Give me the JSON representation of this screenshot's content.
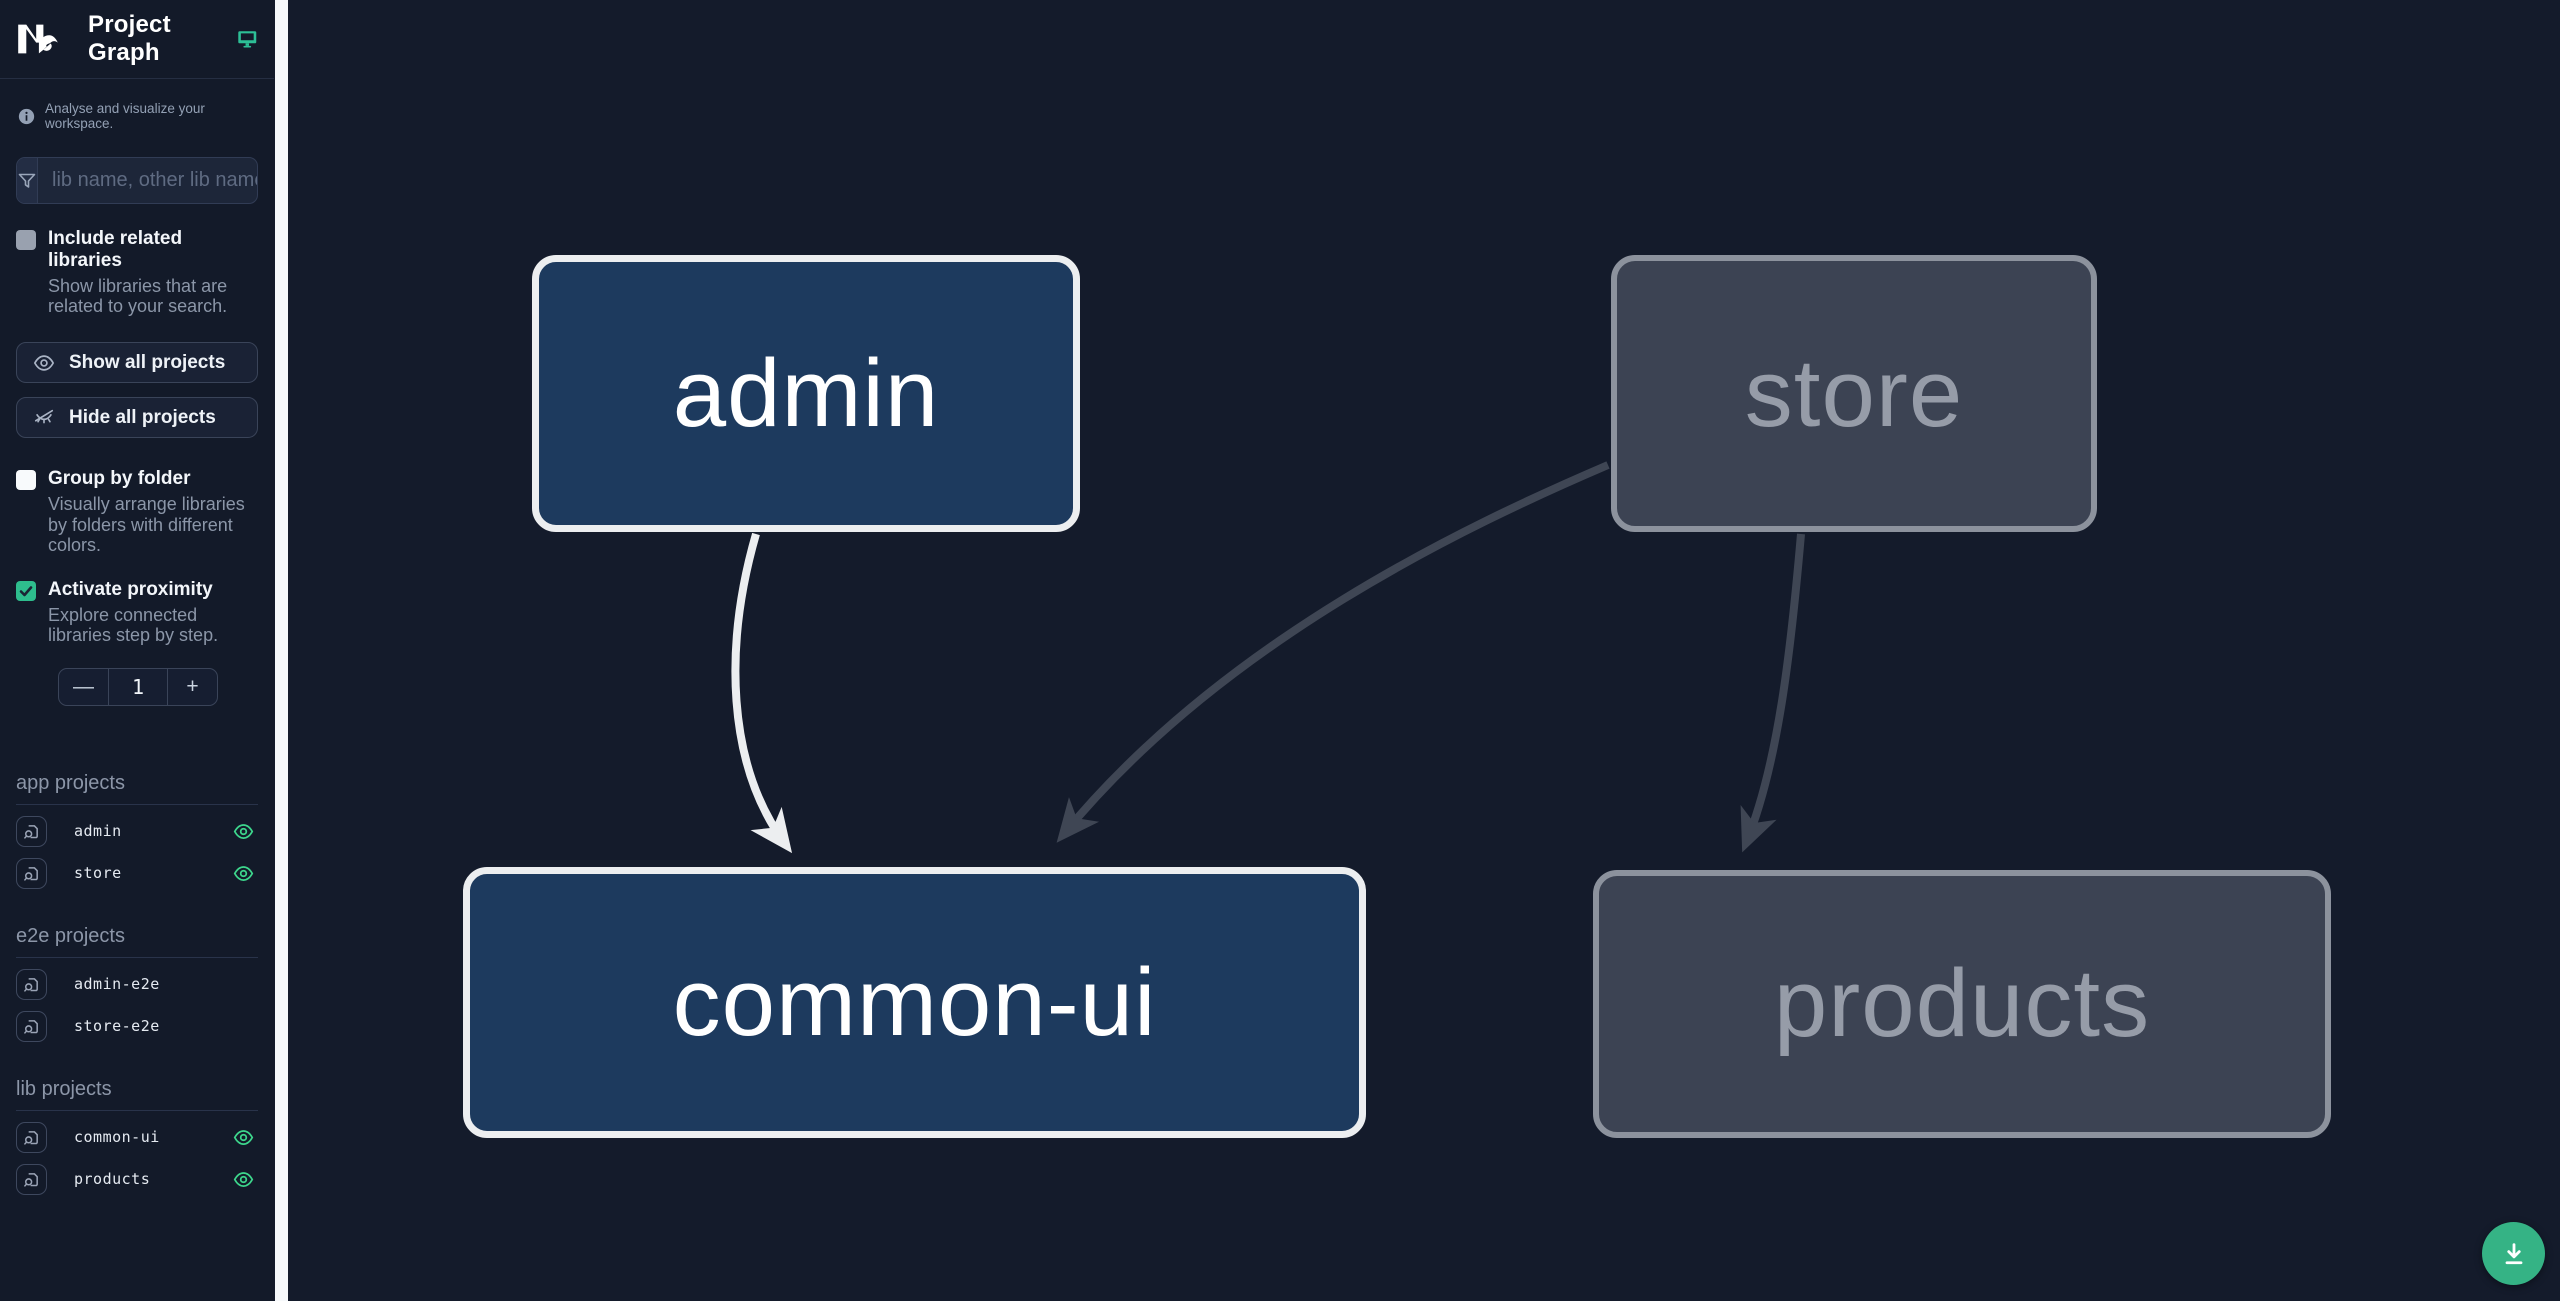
{
  "app": {
    "title": "Project Graph",
    "tagline": "Analyse and visualize your workspace."
  },
  "filter": {
    "placeholder": "lib name, other lib name"
  },
  "controls": {
    "include_related": {
      "label": "Include related libraries",
      "description": "Show libraries that are related to your search.",
      "checked": false
    },
    "show_all_label": "Show all projects",
    "hide_all_label": "Hide all projects",
    "group_by_folder": {
      "label": "Group by folder",
      "description": "Visually arrange libraries by folders with different colors.",
      "checked": false
    },
    "proximity": {
      "label": "Activate proximity",
      "description": "Explore connected libraries step by step.",
      "checked": true,
      "value": "1",
      "decrement": "—",
      "increment": "+"
    }
  },
  "sections": {
    "app": {
      "heading": "app projects",
      "items": [
        {
          "name": "admin",
          "visible": true
        },
        {
          "name": "store",
          "visible": true
        }
      ]
    },
    "e2e": {
      "heading": "e2e projects",
      "items": [
        {
          "name": "admin-e2e",
          "visible": false
        },
        {
          "name": "store-e2e",
          "visible": false
        }
      ]
    },
    "lib": {
      "heading": "lib projects",
      "items": [
        {
          "name": "common-ui",
          "visible": true
        },
        {
          "name": "products",
          "visible": true
        }
      ]
    }
  },
  "graph": {
    "nodes": [
      {
        "id": "admin",
        "label": "admin",
        "state": "focused"
      },
      {
        "id": "store",
        "label": "store",
        "state": "muted"
      },
      {
        "id": "common-ui",
        "label": "common-ui",
        "state": "focused"
      },
      {
        "id": "products",
        "label": "products",
        "state": "muted"
      }
    ],
    "edges": [
      {
        "from": "admin",
        "to": "common-ui",
        "state": "focused"
      },
      {
        "from": "store",
        "to": "common-ui",
        "state": "muted"
      },
      {
        "from": "store",
        "to": "products",
        "state": "muted"
      }
    ]
  },
  "colors": {
    "background": "#141b2b",
    "sidebar": "#131a29",
    "node_focused_fill": "#1d3a5e",
    "node_focused_border": "#eceef0",
    "node_muted_fill": "#3c4353",
    "node_muted_border": "#8c929d",
    "edge_focused": "#eceef0",
    "edge_muted": "#3f4654",
    "accent_green": "#3dd68c",
    "fab_green": "#35b385"
  }
}
